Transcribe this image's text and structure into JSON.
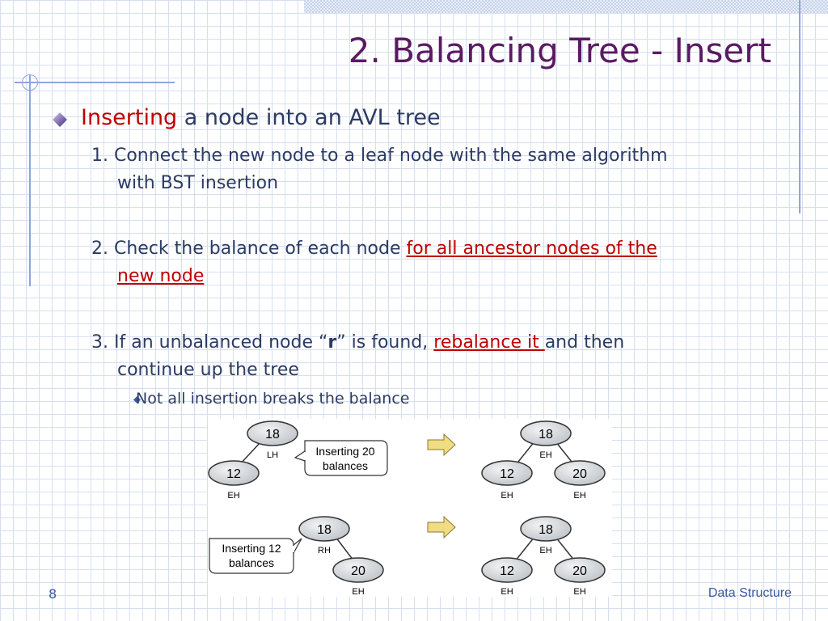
{
  "slide": {
    "title": "2. Balancing Tree - Insert",
    "bullet": {
      "highlight": "Inserting",
      "rest": " a node into an AVL tree"
    },
    "steps": [
      {
        "line1": "1. Connect the new node to a leaf node with the same algorithm",
        "line2": "with BST insertion"
      },
      {
        "prefix": "2. Check the balance of each node ",
        "link1": "for all ancestor nodes of the",
        "link2": "new node"
      },
      {
        "prefix": "3. If an unbalanced node “",
        "bold": "r",
        "middle": "” is found, ",
        "link": "rebalance it ",
        "suffix": "and then",
        "line2": "continue up the tree"
      }
    ],
    "sub_bullet": "Not all insertion breaks the balance",
    "page_number": "8",
    "footer": "Data Structure"
  },
  "diagram": {
    "top_left": {
      "root": {
        "value": "18",
        "balance": "LH"
      },
      "left": {
        "value": "12",
        "balance": "EH"
      },
      "callout": [
        "Inserting 20",
        "balances"
      ]
    },
    "top_right": {
      "root": {
        "value": "18",
        "balance": "EH"
      },
      "left": {
        "value": "12",
        "balance": "EH"
      },
      "right": {
        "value": "20",
        "balance": "EH"
      }
    },
    "bottom_left": {
      "root": {
        "value": "18",
        "balance": "RH"
      },
      "right": {
        "value": "20",
        "balance": "EH"
      },
      "callout": [
        "Inserting 12",
        "balances"
      ]
    },
    "bottom_right": {
      "root": {
        "value": "18",
        "balance": "EH"
      },
      "left": {
        "value": "12",
        "balance": "EH"
      },
      "right": {
        "value": "20",
        "balance": "EH"
      }
    }
  },
  "colors": {
    "title": "#5a1a63",
    "text": "#2c3b63",
    "accent_red": "#c00000",
    "node_fill": "#d9dde0",
    "arrow_fill": "#f0dc82"
  }
}
